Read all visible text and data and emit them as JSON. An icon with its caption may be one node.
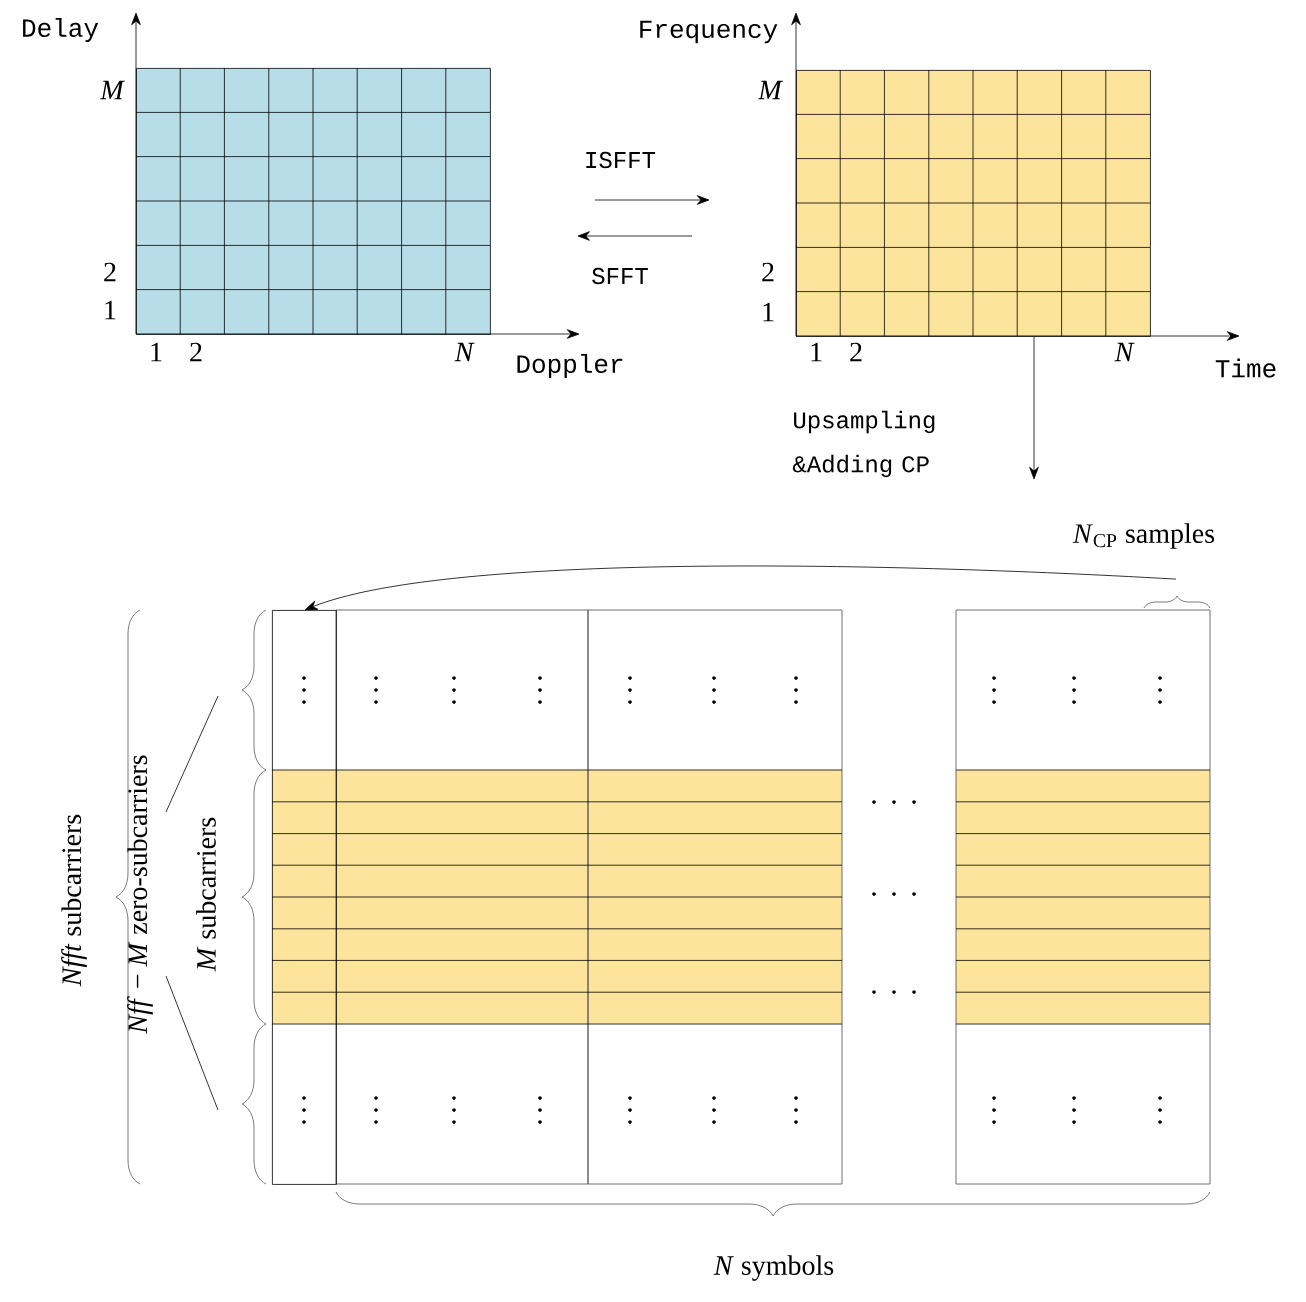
{
  "diagram": {
    "nodes": [
      {
        "text": [],
        "shape": "grid"
      },
      {
        "text": [],
        "shape": "grid"
      },
      {
        "text": [
          "*N*$_{CP}$ samples"
        ]
      },
      {
        "text": [],
        "shape": "box"
      }
    ],
    "edges": [
      {
        "from": 0,
        "to": 1,
        "arrow": "to",
        "label": "ISFFT"
      },
      {
        "from": 1,
        "to": 0,
        "arrow": "to",
        "label": "SFFT"
      },
      {
        "from": 1,
        "to": null,
        "arrow": "to",
        "label": "Upsampling &Adding CP"
      },
      {
        "from": 2,
        "to": 3,
        "arrow": "to"
      }
    ],
    "labels": [
      "Delay",
      "M",
      "2",
      "1",
      "1",
      "2",
      "N",
      "Doppler",
      "Frequency",
      "M",
      "2",
      "1",
      "1",
      "2",
      "N",
      "Time",
      "*Nfft* subcarriers",
      "*Nff* − *M* zero-subcarriers",
      "*M* subcarriers",
      "*N* symbols"
    ]
  }
}
